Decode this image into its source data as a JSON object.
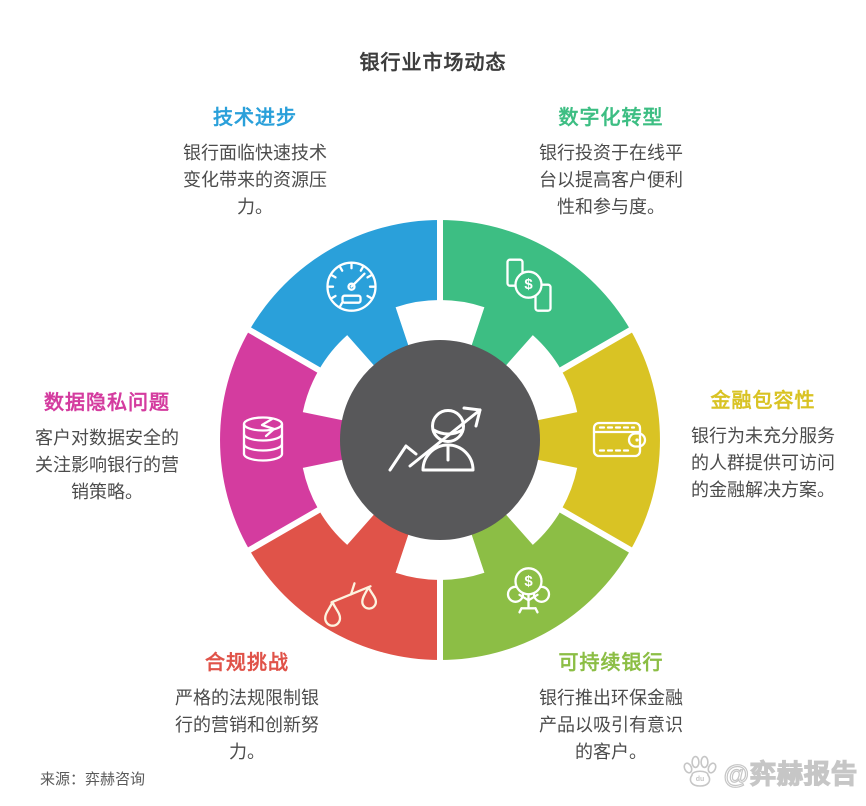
{
  "title": "银行业市场动态",
  "source": "来源：弈赫咨询",
  "watermark": {
    "handle": "@弈赫报告",
    "icon": "baidu-paw-icon",
    "paw_text": "du"
  },
  "colors": {
    "background": "#FFFFFF",
    "body_text": "#4C4C4C",
    "title_text": "#3D3D3D"
  },
  "wheel": {
    "center_color": "#58585A",
    "center_icon": "person-growth-arrow-icon",
    "segments": [
      {
        "id": "tech",
        "label": "技术进步",
        "color": "#2AA0DA",
        "icon": "speedometer-icon",
        "description": "银行面临快速技术变化带来的资源压力。"
      },
      {
        "id": "digital",
        "label": "数字化转型",
        "color": "#3DBE83",
        "icon": "mobile-payment-icon",
        "description": "银行投资于在线平台以提高客户便利性和参与度。"
      },
      {
        "id": "inclusion",
        "label": "金融包容性",
        "color": "#D9C324",
        "icon": "wallet-icon",
        "description": "银行为未充分服务的人群提供可访问的金融解决方案。"
      },
      {
        "id": "sustainable",
        "label": "可持续银行",
        "color": "#8CBE45",
        "icon": "money-tree-icon",
        "description": "银行推出环保金融产品以吸引有意识的客户。"
      },
      {
        "id": "compliance",
        "label": "合规挑战",
        "color": "#E05349",
        "icon": "scales-icon",
        "description": "严格的法规限制银行的营销和创新努力。"
      },
      {
        "id": "privacy",
        "label": "数据隐私问题",
        "color": "#D43C9F",
        "icon": "database-icon",
        "description": "客户对数据安全的关注影响银行的营销策略。"
      }
    ]
  }
}
